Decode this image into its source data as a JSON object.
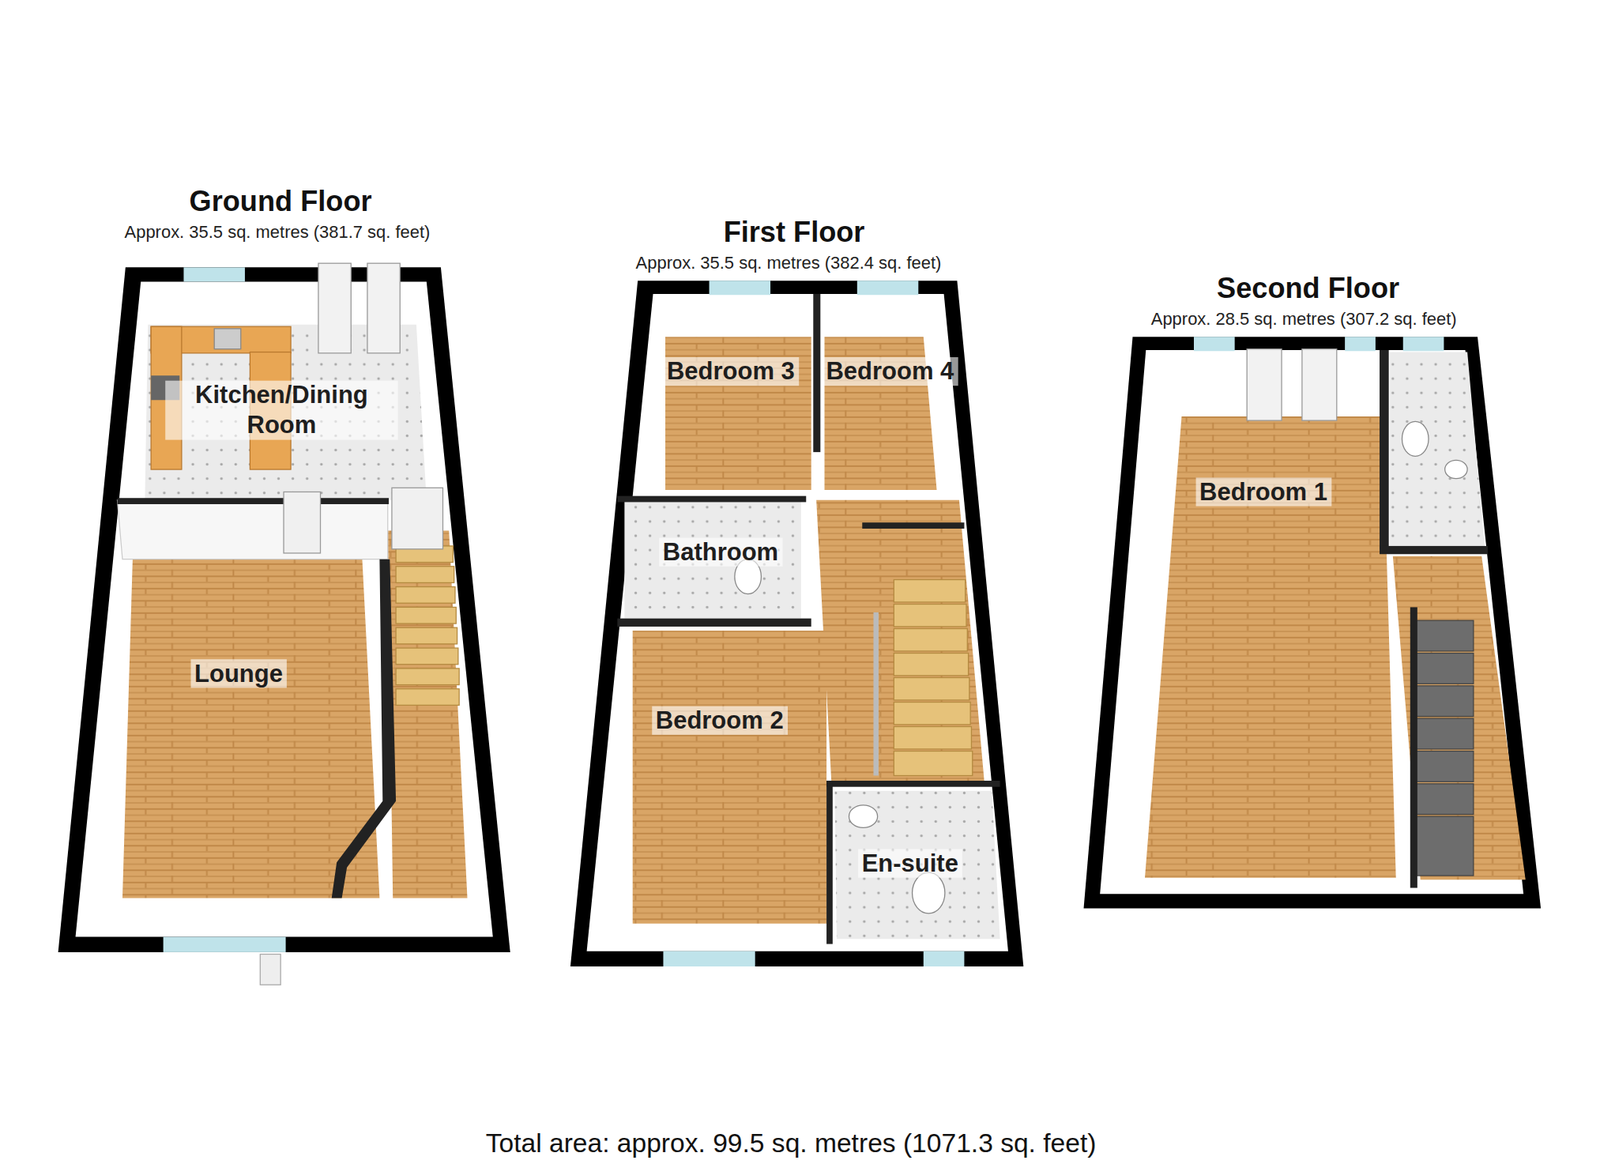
{
  "diagram": {
    "caption": "Total area: approx. 99.5 sq. metres (1071.3 sq. feet)",
    "nodes": [
      {
        "text": [
          "Ground Floor",
          "Approx. 35.5 sq. metres (381.7 sq. feet)"
        ]
      },
      {
        "text": [
          "Kitchen/Dining Room"
        ],
        "in": 0
      },
      {
        "text": [
          "Lounge"
        ],
        "in": 0
      },
      {
        "text": [
          "First Floor",
          "Approx. 35.5 sq. metres (382.4 sq. feet)"
        ]
      },
      {
        "text": [
          "Bedroom 3"
        ],
        "in": 3
      },
      {
        "text": [
          "Bedroom 4"
        ],
        "in": 3
      },
      {
        "text": [
          "Bathroom"
        ],
        "in": 3
      },
      {
        "text": [
          "Bedroom 2"
        ],
        "in": 3
      },
      {
        "text": [
          "En-suite"
        ],
        "in": 3
      },
      {
        "text": [
          "Second Floor",
          "Approx. 28.5 sq. metres (307.2 sq. feet)"
        ]
      },
      {
        "text": [
          "Bedroom 1"
        ],
        "in": 9
      }
    ]
  }
}
